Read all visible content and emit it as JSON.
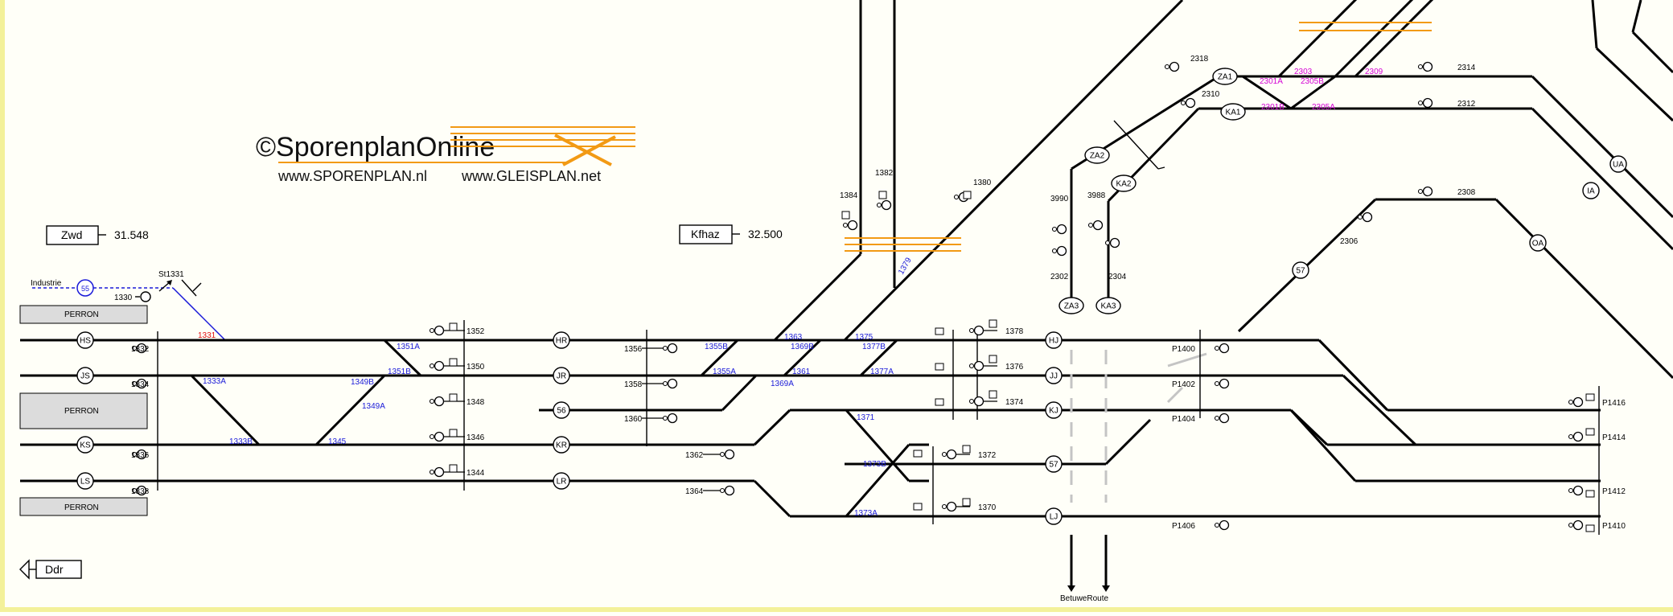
{
  "logo": {
    "title": "©SporenplanOnline",
    "sub1": "www.SPORENPLAN.nl",
    "sub2": "www.GLEISPLAN.net"
  },
  "kilometre_boxes": [
    {
      "label": "Zwd",
      "value": "31.548"
    },
    {
      "label": "Kfhaz",
      "value": "32.500"
    }
  ],
  "direction_box": "Ddr",
  "platforms": [
    "PERRON",
    "PERRON",
    "PERRON"
  ],
  "industrie": {
    "label": "Industrie",
    "signal": "55",
    "st": "St1331",
    "number": "1330",
    "switch": "1331"
  },
  "track_circles": [
    "HS",
    "JS",
    "KS",
    "LS",
    "HR",
    "JR",
    "56",
    "KR",
    "LR",
    "HJ",
    "JJ",
    "KJ",
    "57",
    "LJ",
    "ZA3",
    "KA3",
    "ZA2",
    "KA2",
    "ZA1",
    "KA1",
    "57",
    "UA",
    "IA",
    "OA"
  ],
  "signal_numbers": [
    "1332",
    "1334",
    "1336",
    "1338",
    "1352",
    "1350",
    "1348",
    "1346",
    "1344",
    "1356",
    "1358",
    "1360",
    "1362",
    "1364",
    "1378",
    "1376",
    "1374",
    "1372",
    "1370",
    "1384",
    "1382",
    "1380",
    "3990",
    "3988",
    "2302",
    "2304",
    "2318",
    "2310",
    "2314",
    "2312",
    "2308",
    "2306",
    "P1400",
    "P1402",
    "P1404",
    "P1406",
    "P1416",
    "P1414",
    "P1412",
    "P1410"
  ],
  "switch_numbers": [
    "1351A",
    "1351B",
    "1333A",
    "1349B",
    "1349A",
    "1333B",
    "1345",
    "1355B",
    "1355A",
    "1363",
    "1369B",
    "1369A",
    "1361",
    "1375",
    "1377B",
    "1377A",
    "1371",
    "1373B",
    "1373A",
    "1379"
  ],
  "magenta_switches": [
    "2303",
    "2301A",
    "2305B",
    "2309",
    "2301B",
    "2305A"
  ],
  "betuweroute": "BetuweRoute",
  "colors": {
    "track": "#000000",
    "switch_label": "#1a1ad8",
    "magenta": "#d400d4",
    "orange": "#f29a14",
    "industrie": "#1a1ad8",
    "background": "#fffff8",
    "platform_fill": "#dcdcdc"
  }
}
